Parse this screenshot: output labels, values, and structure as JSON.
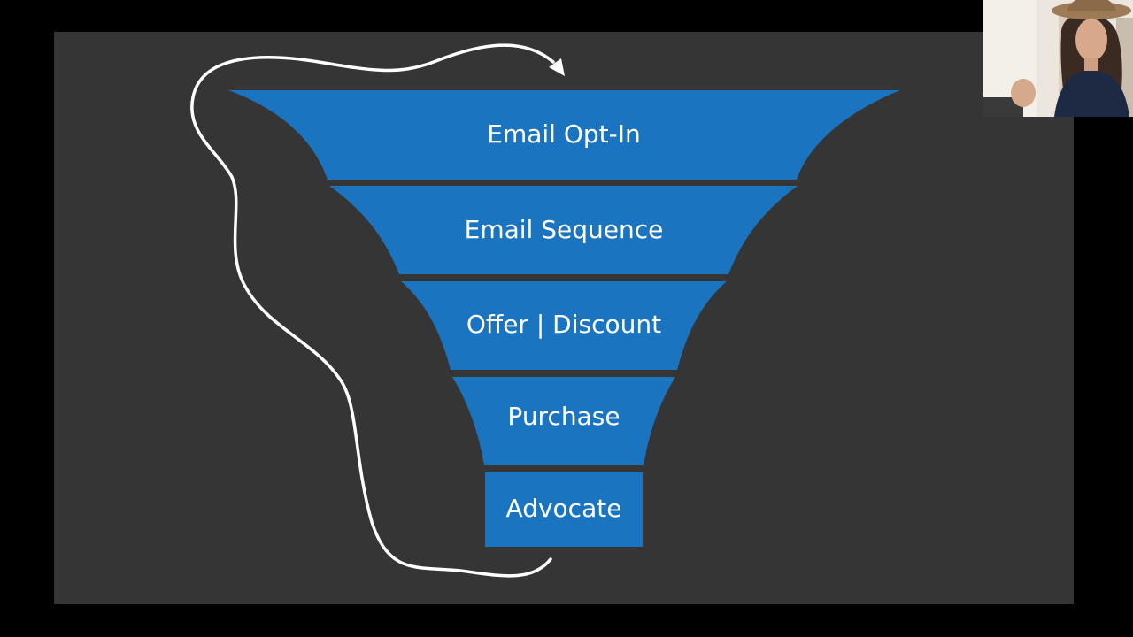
{
  "slide": {
    "background_color": "#353535",
    "funnel_color": "#1b74c0",
    "stages": [
      {
        "label": "Email Opt-In"
      },
      {
        "label": "Email Sequence"
      },
      {
        "label": "Offer | Discount"
      },
      {
        "label": "Purchase"
      },
      {
        "label": "Advocate"
      }
    ],
    "loop_arrow": {
      "color": "#ffffff",
      "icon": "curved-loop-arrow-icon"
    }
  },
  "webcam": {
    "icon": "presenter-video-feed"
  }
}
